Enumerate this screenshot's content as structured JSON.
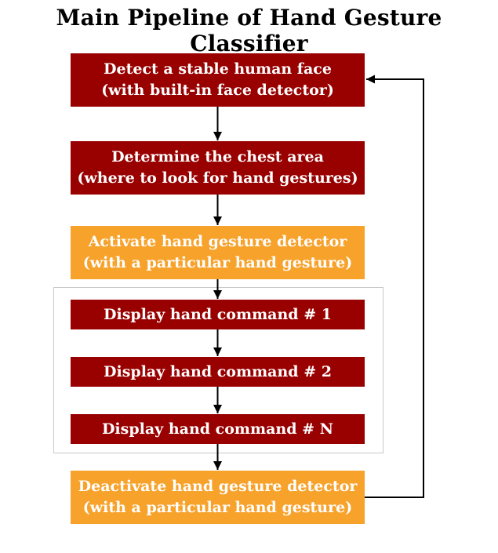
{
  "title": "Main Pipeline of Hand Gesture Classifier",
  "colors": {
    "node_red": "#990000",
    "node_orange": "#F7A22B",
    "group_border": "#C9C9C9",
    "arrow": "#000000",
    "node_text": "#FFFFFF",
    "title_text": "#000000"
  },
  "nodes": {
    "detect_face": {
      "line1": "Detect a stable human face",
      "line2": "(with built-in face detector)"
    },
    "chest_area": {
      "line1": "Determine the chest area",
      "line2": "(where to look for hand gestures)"
    },
    "activate_detector": {
      "line1": "Activate hand gesture detector",
      "line2": "(with a particular hand gesture)"
    },
    "command_1": {
      "label": "Display hand command # 1"
    },
    "command_2": {
      "label": "Display hand command # 2"
    },
    "command_n": {
      "label": "Display hand command # N"
    },
    "deactivate_detector": {
      "line1": "Deactivate hand gesture detector",
      "line2": "(with a particular hand gesture)"
    }
  }
}
